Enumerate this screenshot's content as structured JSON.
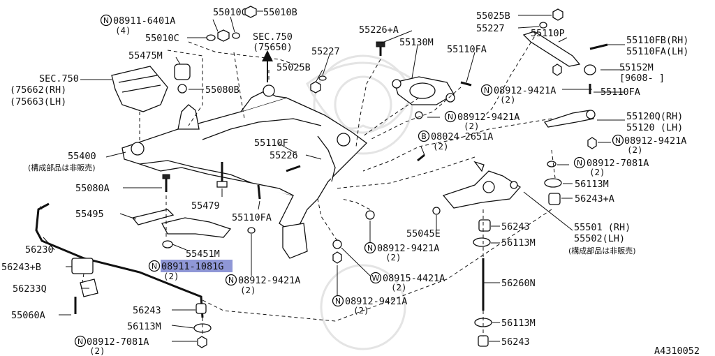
{
  "diagram": {
    "code": "A4310052",
    "labels": {
      "n_08911_6401A": "08911-6401A",
      "q4": "(4)",
      "p55010C_a": "55010C",
      "p55010B": "55010B",
      "p55010C_b": "55010C",
      "sec750_top": "SEC.750",
      "sec750_top_ref": "(75650)",
      "p55475M": "55475M",
      "p55080B": "55080B",
      "sec750_left": "SEC.750",
      "sec750_left_rh": "(75662(RH)",
      "sec750_left_lh": "(75663(LH)",
      "p55400": "55400",
      "not_sold_1": "(構成部品は非販売)",
      "p55080A": "55080A",
      "p55495": "55495",
      "p55479": "55479",
      "p56230": "56230",
      "p56243B": "56243+B",
      "p56233Q": "56233Q",
      "p55060A": "55060A",
      "p55451M": "55451M",
      "n_08911_1081G": "08911-1081G",
      "q2_a": "(2)",
      "n_08912_9421A_a": "08912-9421A",
      "q2_b": "(2)",
      "p56243_a": "56243",
      "p56113M_a": "56113M",
      "n_08912_7081A_a": "08912-7081A",
      "q2_c": "(2)",
      "p55110FA_a": "55110FA",
      "p55110F": "55110F",
      "p55226_a": "55226",
      "p55226A": "55226+A",
      "p55130M": "55130M",
      "p55110FA_b": "55110FA",
      "p55227_a": "55227",
      "p55025B_a": "55025B",
      "p55025B_b": "55025B",
      "p55227_b": "55227",
      "p55110P": "55110P",
      "p55110FB": "55110FB(RH)",
      "p55110FA_lh": "55110FA(LH)",
      "p55152M": "55152M",
      "p55152M_range": "[9608-      ]",
      "n_08912_9421A_b": "08912-9421A",
      "q2_d": "(2)",
      "p55110FA_c": "55110FA",
      "n_08912_9421A_c": "08912-9421A",
      "q2_e": "(2)",
      "p55120Q": "55120Q(RH)",
      "p55120": "55120 (LH)",
      "n_08912_9421A_d": "08912-9421A",
      "q2_f": "(2)",
      "b_08024_2651A": "08024-2651A",
      "q2_g": "(2)",
      "n_08912_7081A_b": "08912-7081A",
      "q2_h": "(2)",
      "p56113M_b": "56113M",
      "p56243A": "56243+A",
      "p55045E": "55045E",
      "p56243_b": "56243",
      "p55501": "55501 (RH)",
      "p55502": "55502(LH)",
      "not_sold_2": "(構成部品は非販売)",
      "p56113M_c": "56113M",
      "n_08912_9421A_e": "08912-9421A",
      "q2_i": "(2)",
      "w_08915_4421A": "08915-4421A",
      "q2_j": "(2)",
      "n_08912_9421A_f": "08912-9421A",
      "q2_k": "(2)",
      "p56260N": "56260N",
      "p56113M_d": "56113M",
      "p56243_c": "56243",
      "N": "N",
      "B": "B",
      "W": "W"
    }
  }
}
